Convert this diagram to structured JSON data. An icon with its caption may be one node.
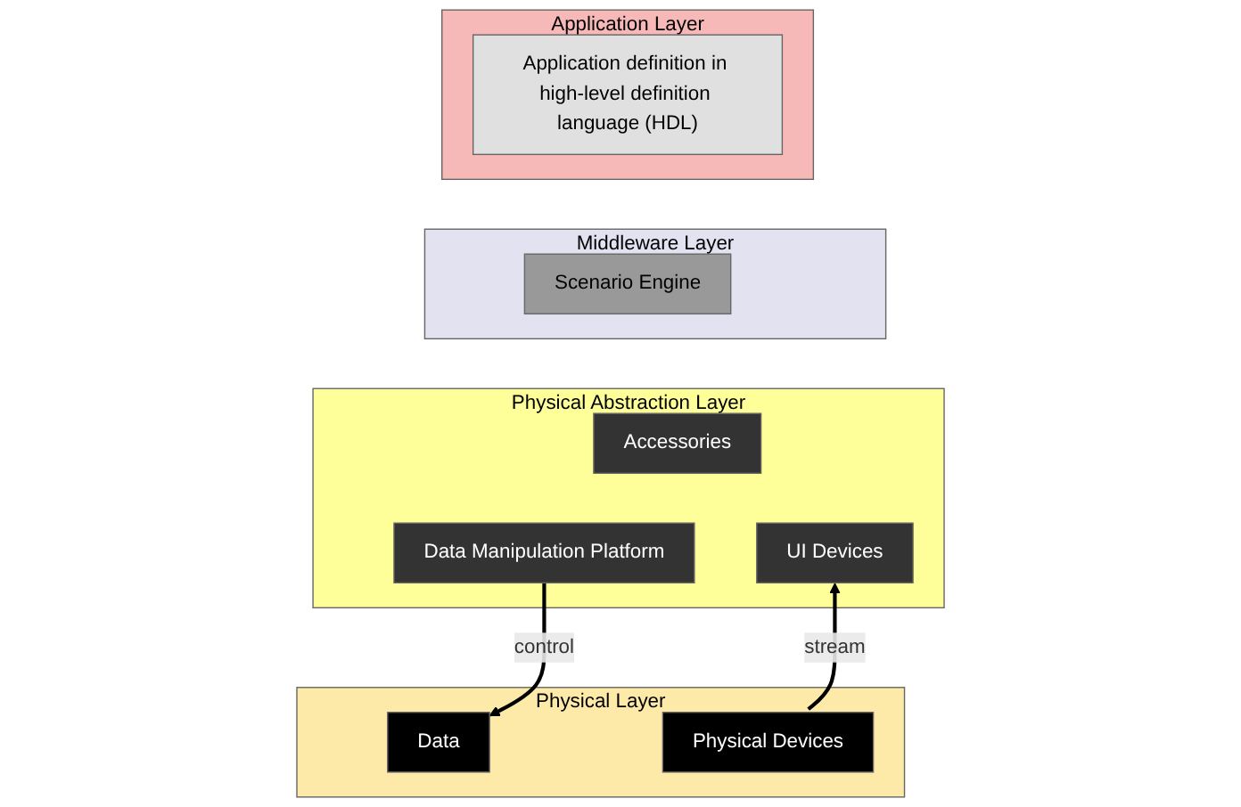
{
  "diagram": {
    "nodes": [
      {
        "text": [
          "Application Layer"
        ]
      },
      {
        "text": [
          "Application definition in high-level definition language (HDL)"
        ],
        "in": 0
      },
      {
        "text": [
          "Middleware Layer"
        ]
      },
      {
        "text": [
          "Scenario Engine"
        ],
        "in": 2
      },
      {
        "text": [
          "Physical Abstraction Layer"
        ]
      },
      {
        "text": [
          "Accessories"
        ],
        "in": 4
      },
      {
        "text": [
          "Data Manipulation Platform"
        ],
        "in": 4
      },
      {
        "text": [
          "UI Devices"
        ],
        "in": 4
      },
      {
        "text": [
          "Physical Layer"
        ]
      },
      {
        "text": [
          "Data"
        ],
        "in": 8
      },
      {
        "text": [
          "Physical Devices"
        ],
        "in": 8
      }
    ],
    "edges": [
      {
        "from": 6,
        "to": 9,
        "arrow": "to",
        "label": "control"
      },
      {
        "from": 10,
        "to": 7,
        "arrow": "to",
        "label": "stream"
      }
    ]
  }
}
